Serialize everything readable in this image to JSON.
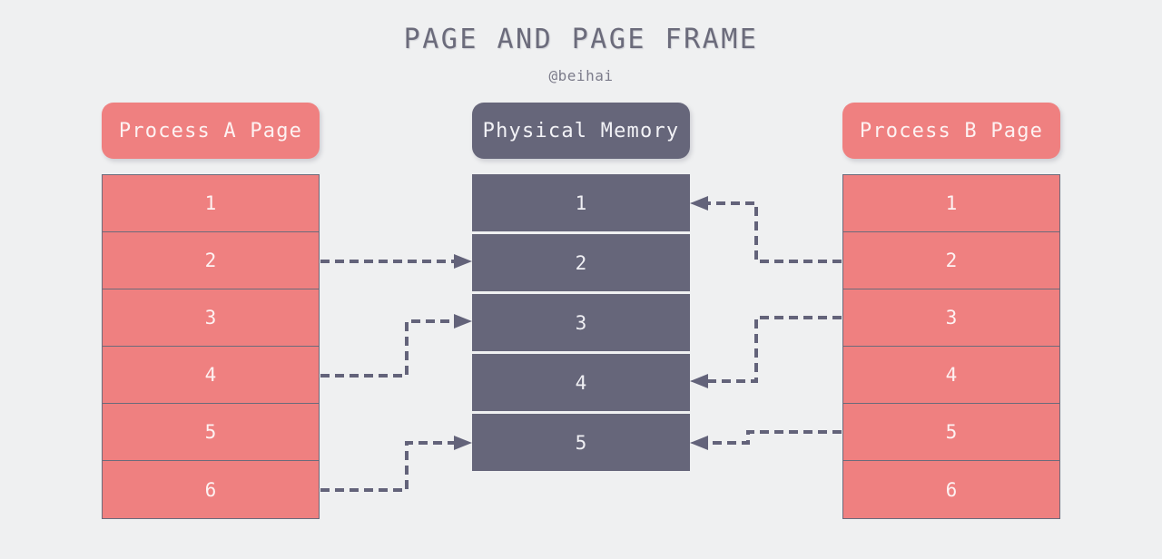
{
  "title": "PAGE AND PAGE FRAME",
  "subtitle": "@beihai",
  "colors": {
    "background": "#eff0f1",
    "page_fill": "#ef8080",
    "memory_fill": "#66667a",
    "border": "#6b6b7b",
    "arrow": "#63637a",
    "title_text": "#6b6b7b",
    "cell_text": "#fdf2f2"
  },
  "columns": {
    "process_a": {
      "header": "Process A Page",
      "cells": [
        "1",
        "2",
        "3",
        "4",
        "5",
        "6"
      ]
    },
    "physical_memory": {
      "header": "Physical Memory",
      "cells": [
        "1",
        "2",
        "3",
        "4",
        "5"
      ]
    },
    "process_b": {
      "header": "Process B Page",
      "cells": [
        "1",
        "2",
        "3",
        "4",
        "5",
        "6"
      ]
    }
  },
  "mappings": [
    {
      "from": "process_a.2",
      "to": "physical_memory.2",
      "direction": "right"
    },
    {
      "from": "process_a.4",
      "to": "physical_memory.3",
      "direction": "right"
    },
    {
      "from": "process_a.6",
      "to": "physical_memory.5",
      "direction": "right"
    },
    {
      "from": "process_b.2",
      "to": "physical_memory.1",
      "direction": "left"
    },
    {
      "from": "process_b.3",
      "to": "physical_memory.4",
      "direction": "left"
    },
    {
      "from": "process_b.5",
      "to": "physical_memory.5",
      "direction": "left"
    }
  ]
}
